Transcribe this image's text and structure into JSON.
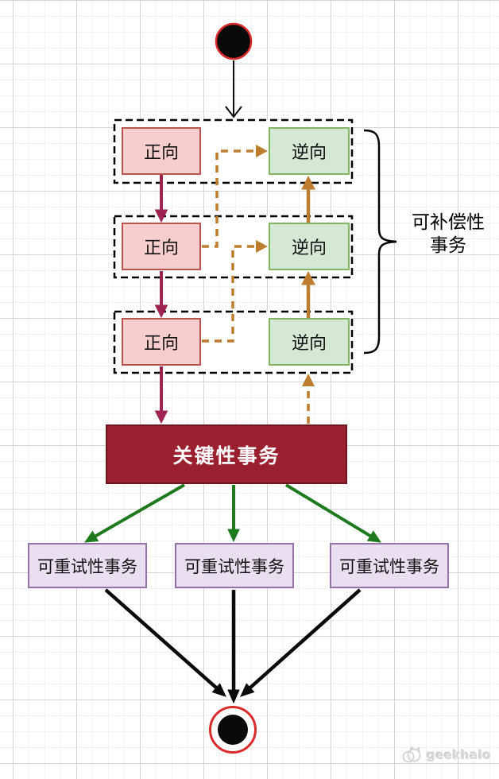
{
  "flow": {
    "compensable_groups": [
      {
        "forward": "正向",
        "reverse": "逆向"
      },
      {
        "forward": "正向",
        "reverse": "逆向"
      },
      {
        "forward": "正向",
        "reverse": "逆向"
      }
    ],
    "critical_node": {
      "label": "关键性事务"
    },
    "retryable_nodes": [
      {
        "label": "可重试性事务"
      },
      {
        "label": "可重试性事务"
      },
      {
        "label": "可重试性事务"
      }
    ],
    "annotation": {
      "line1": "可补偿性",
      "line2": "事务"
    }
  },
  "watermark": {
    "text": "geekhalo"
  },
  "colors": {
    "forward_fill": "#f8cecc",
    "forward_border": "#b85450",
    "reverse_fill": "#d5e8d4",
    "reverse_border": "#82b366",
    "critical_fill": "#9b202f",
    "critical_border": "#6e1520",
    "critical_text": "#ffffff",
    "retryable_fill": "#e9dff0",
    "retryable_border": "#9673a6",
    "forward_arrow": "#9e2350",
    "compensate_arrow": "#bc7d2f",
    "retry_arrow": "#1f7a1f",
    "converge_arrow": "#0a0a0a",
    "group_frame": "#000000",
    "start_end_ring": "#d92b2b"
  }
}
